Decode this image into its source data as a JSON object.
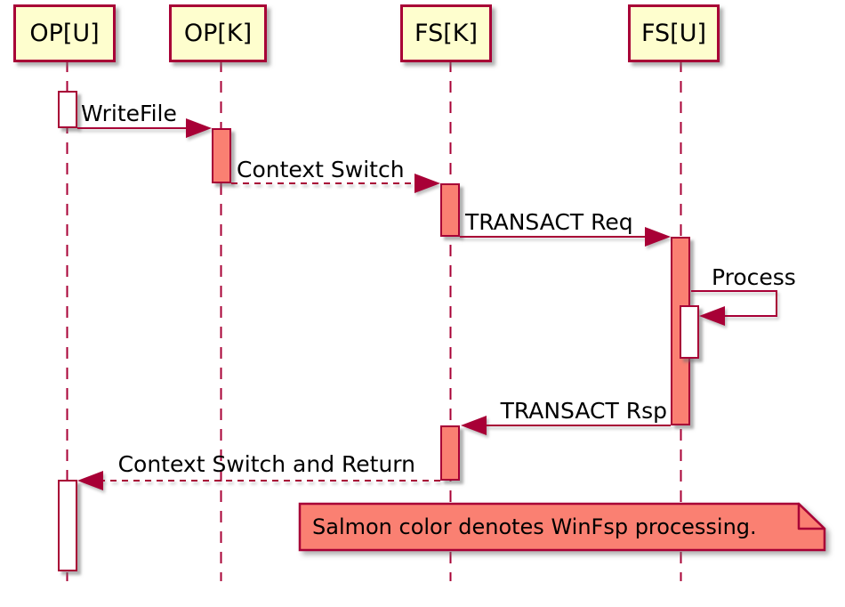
{
  "diagram": {
    "type": "uml-sequence-diagram",
    "participants": [
      {
        "name": "OP[U]"
      },
      {
        "name": "OP[K]"
      },
      {
        "name": "FS[K]"
      },
      {
        "name": "FS[U]"
      }
    ],
    "messages": [
      {
        "label": "WriteFile",
        "from": "OP[U]",
        "to": "OP[K]",
        "style": "solid"
      },
      {
        "label": "Context Switch",
        "from": "OP[K]",
        "to": "FS[K]",
        "style": "dashed"
      },
      {
        "label": "TRANSACT Req",
        "from": "FS[K]",
        "to": "FS[U]",
        "style": "solid"
      },
      {
        "label": "Process",
        "from": "FS[U]",
        "to": "FS[U]",
        "style": "self"
      },
      {
        "label": "TRANSACT Rsp",
        "from": "FS[U]",
        "to": "FS[K]",
        "style": "solid"
      },
      {
        "label": "Context Switch and Return",
        "from": "FS[K]",
        "to": "OP[U]",
        "style": "dashed"
      }
    ],
    "note": {
      "text": "Salmon color denotes WinFsp processing."
    },
    "colors": {
      "participant_fill": "#FEFECE",
      "border": "#A80036",
      "salmon_fill": "#FA8072",
      "plain_activation_fill": "#FFFFFF",
      "background": "#FFFFFF",
      "text": "#000000"
    }
  }
}
